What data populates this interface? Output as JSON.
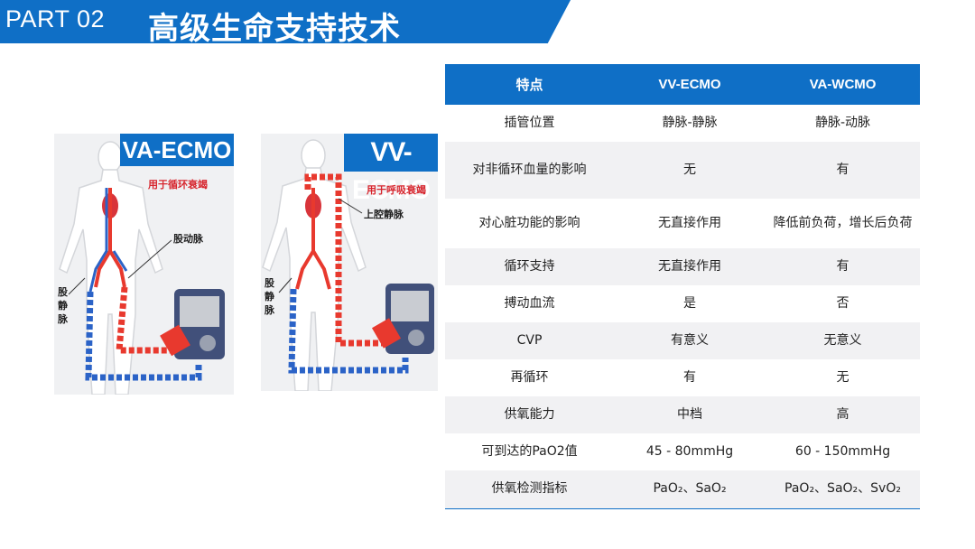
{
  "header": {
    "part_label": "PART 02",
    "title": "高级生命支持技术"
  },
  "figures": {
    "va": {
      "badge": "VA-ECMO",
      "usage": "用于循环衰竭",
      "labels": {
        "femoral_artery": "股动脉",
        "femoral_vein": "股\n静\n脉"
      }
    },
    "vv": {
      "badge": "VV-ECMO",
      "usage": "用于呼吸衰竭",
      "labels": {
        "svc": "上腔静脉",
        "femoral_vein": "股\n静\n脉"
      }
    }
  },
  "table": {
    "headers": [
      "特点",
      "VV-ECMO",
      "VA-WCMO"
    ],
    "rows": [
      {
        "feature": "插管位置",
        "vv": "静脉-静脉",
        "va": "静脉-动脉"
      },
      {
        "feature": "对非循环血量的影响",
        "vv": "无",
        "va": "有"
      },
      {
        "feature": "对心脏功能的影响",
        "vv": "无直接作用",
        "va": "降低前负荷，增长后负荷"
      },
      {
        "feature": "循环支持",
        "vv": "无直接作用",
        "va": "有"
      },
      {
        "feature": "搏动血流",
        "vv": "是",
        "va": "否"
      },
      {
        "feature": "CVP",
        "vv": "有意义",
        "va": "无意义"
      },
      {
        "feature": "再循环",
        "vv": "有",
        "va": "无"
      },
      {
        "feature": "供氧能力",
        "vv": "中档",
        "va": "高"
      },
      {
        "feature": "可到达的PaO2值",
        "vv": "45 - 80mmHg",
        "va": "60 - 150mmHg"
      },
      {
        "feature": "供氧检测指标",
        "vv": "PaO₂、SaO₂",
        "va": "PaO₂、SaO₂、SvO₂"
      }
    ]
  },
  "colors": {
    "accent": "#0f6fc6",
    "arterial": "#e8392e",
    "venous": "#2b63c7"
  }
}
